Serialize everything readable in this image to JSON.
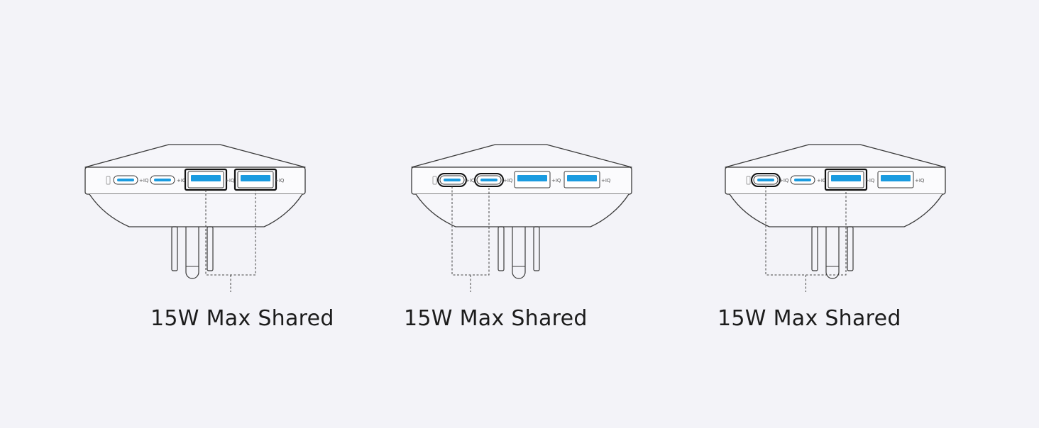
{
  "figure": {
    "colors": {
      "background": "#f3f3f8",
      "outline": "#3a3a3a",
      "port_fill": "#1a9be0",
      "highlight": "#111111"
    },
    "port_legend_text": "+IQ",
    "chargers": [
      {
        "caption": "15W Max Shared",
        "highlighted_ports": [
          "usb-a-1",
          "usb-a-2"
        ]
      },
      {
        "caption": "15W Max Shared",
        "highlighted_ports": [
          "usb-c-1",
          "usb-c-2"
        ]
      },
      {
        "caption": "15W Max Shared",
        "highlighted_ports": [
          "usb-c-1",
          "usb-a-1"
        ]
      }
    ]
  }
}
